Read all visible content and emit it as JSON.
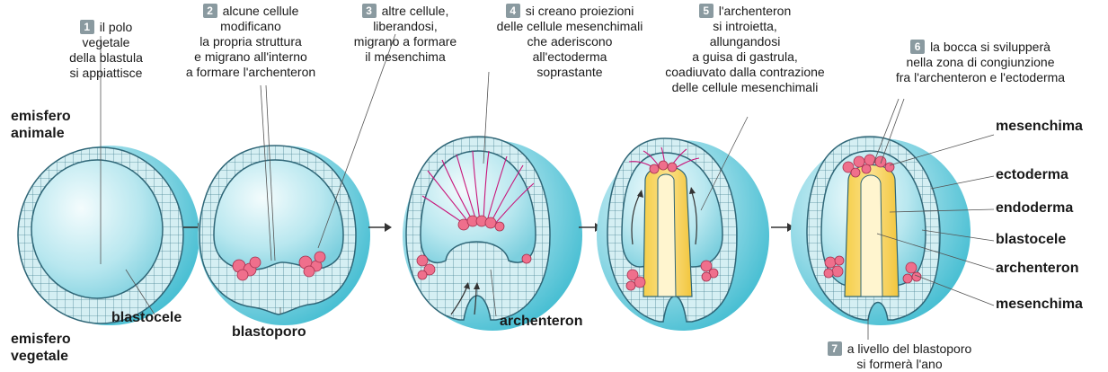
{
  "steps": [
    {
      "num": "1",
      "text": "il polo\nvegetale\ndella blastula\nsi appiattisce"
    },
    {
      "num": "2",
      "text": "alcune cellule\nmodificano\nla propria struttura\ne migrano all'interno\na formare l'archenteron"
    },
    {
      "num": "3",
      "text": "altre cellule,\nliberandosi,\nmigrano a formare\nil mesenchima"
    },
    {
      "num": "4",
      "text": "si creano proiezioni\ndelle cellule mesenchimali\nche aderiscono\nall'ectoderma\nsoprastante"
    },
    {
      "num": "5",
      "text": "l'archenteron\nsi introietta,\nallungandosi\na guisa di gastrula,\ncoadiuvato dalla contrazione\ndelle cellule mesenchimali"
    },
    {
      "num": "6",
      "text": "la bocca si svilupperà\nnella zona di congiunzione\nfra l'archenteron e l'ectoderma"
    },
    {
      "num": "7",
      "text": "a livello del blastoporo\nsi formerà l'ano"
    }
  ],
  "labels": {
    "animal_pole": "emisfero\nanimale",
    "vegetal_pole": "emisfero\nvegetale",
    "blastocele": "blastocele",
    "blastoporo": "blastoporo",
    "archenteron": "archenteron"
  },
  "right_labels": [
    "mesenchima",
    "ectoderma",
    "endoderma",
    "blastocele",
    "archenteron",
    "mesenchima"
  ],
  "colors": {
    "cell_layer": "#d4eef2",
    "cell_outline": "#3a6f80",
    "blastocoel": "#9fdbe6",
    "blastocoel_light": "#e6f7fa",
    "shell": "#4cc4d6",
    "mesenchyme": "#ef6f8c",
    "mesenchyme_light": "#f9b7c6",
    "endoderm": "#f8d96a",
    "filament": "#c8157a",
    "step_badge": "#8a9aa0"
  },
  "icons": [
    "arrow-right-icon"
  ]
}
